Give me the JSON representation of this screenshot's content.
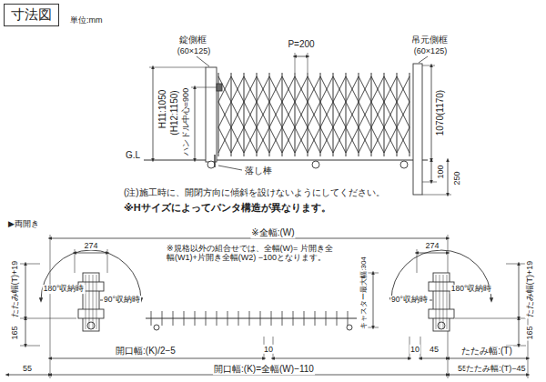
{
  "diagram": {
    "nodes": [
      {
        "text": [
          "寸法図"
        ]
      }
    ],
    "labels": [
      "単位:mm",
      "錠側框",
      "(60×125)",
      "P=200",
      "吊元側框",
      "(60×125)",
      "H11:1050",
      "(H12:1150)",
      "ハンドル中心=900",
      "1070(1170)",
      "G.L",
      "落し棒",
      "100",
      "250",
      "(注)施工時に、開閉方向に傾斜を設けないようにしてください。",
      "※Hサイズによってパンタ構造が異なります。",
      "▶両開き",
      "※全幅:(W)",
      "274",
      "274",
      "※規格以外の組合せでは、全幅(W)= 片開き全幅(W1)+片開き全幅(W2) −100となります。",
      "180°収納時",
      "90°収納時",
      "180°収納時",
      "90°収納時",
      "たたみ幅(T)+19",
      "たたみ幅(T)+19",
      "165",
      "165",
      "キャスター最大幅:304",
      "開口幅:(K)/2−5",
      "10",
      "10",
      "45",
      "たたみ幅:(T)",
      "55",
      "開口幅:(K)=全幅(W)−110",
      "55",
      "たたみ幅:(T)−45"
    ]
  }
}
